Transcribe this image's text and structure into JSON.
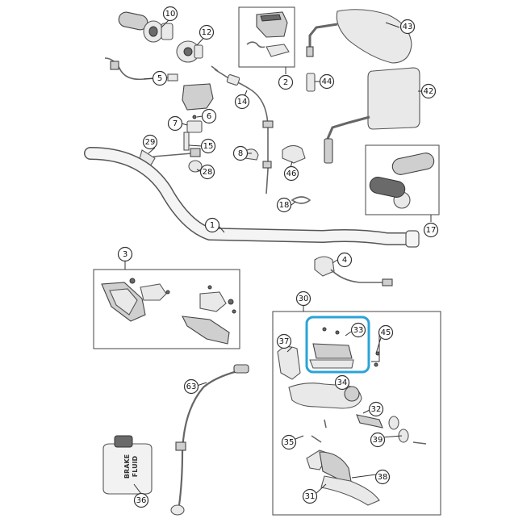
{
  "callouts": [
    {
      "id": "c10",
      "label": "10"
    },
    {
      "id": "c12",
      "label": "12"
    },
    {
      "id": "c2",
      "label": "2"
    },
    {
      "id": "c43",
      "label": "43"
    },
    {
      "id": "c5",
      "label": "5"
    },
    {
      "id": "c44",
      "label": "44"
    },
    {
      "id": "c42",
      "label": "42"
    },
    {
      "id": "c6",
      "label": "6"
    },
    {
      "id": "c7",
      "label": "7"
    },
    {
      "id": "c14",
      "label": "14"
    },
    {
      "id": "c15",
      "label": "15"
    },
    {
      "id": "c29",
      "label": "29"
    },
    {
      "id": "c8",
      "label": "8"
    },
    {
      "id": "c28",
      "label": "28"
    },
    {
      "id": "c46",
      "label": "46"
    },
    {
      "id": "c18",
      "label": "18"
    },
    {
      "id": "c1",
      "label": "1"
    },
    {
      "id": "c17",
      "label": "17"
    },
    {
      "id": "c3",
      "label": "3"
    },
    {
      "id": "c4",
      "label": "4"
    },
    {
      "id": "c30",
      "label": "30"
    },
    {
      "id": "c33",
      "label": "33"
    },
    {
      "id": "c45",
      "label": "45"
    },
    {
      "id": "c37",
      "label": "37"
    },
    {
      "id": "c34",
      "label": "34"
    },
    {
      "id": "c63",
      "label": "63"
    },
    {
      "id": "c32",
      "label": "32"
    },
    {
      "id": "c35",
      "label": "35"
    },
    {
      "id": "c39",
      "label": "39"
    },
    {
      "id": "c38",
      "label": "38"
    },
    {
      "id": "c31",
      "label": "31"
    },
    {
      "id": "c36",
      "label": "36"
    }
  ],
  "bottle": {
    "line1": "BRAKE",
    "line2": "FLUID"
  },
  "colors": {
    "highlight": "#2aa3d9",
    "line": "#333333",
    "part_fill": "#e9e9e9"
  }
}
